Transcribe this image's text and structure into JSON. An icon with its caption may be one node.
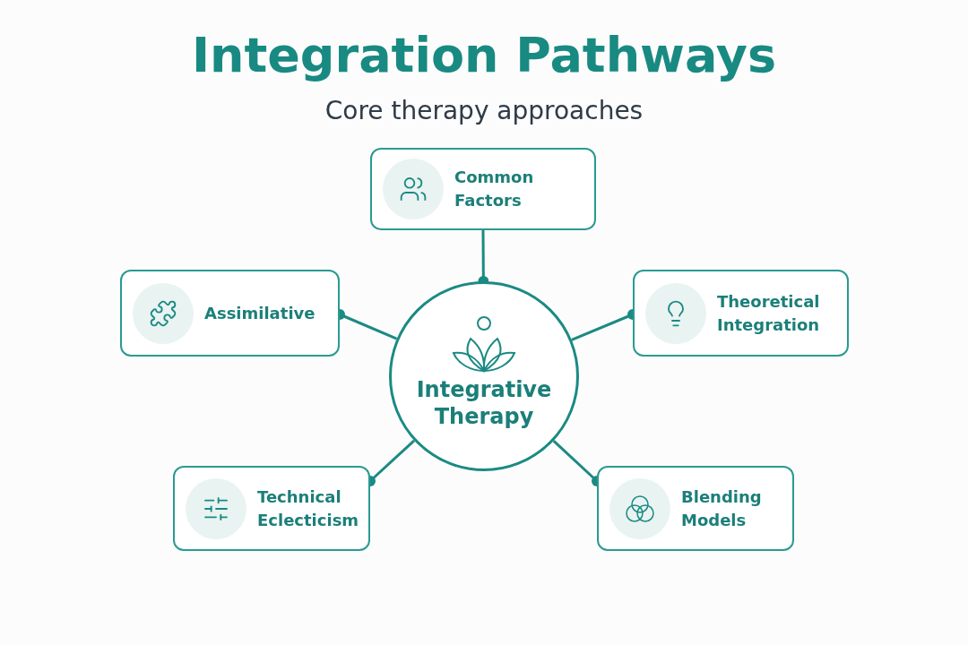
{
  "diagram": {
    "title": "Integration Pathways",
    "caption": "Core therapy approaches",
    "nodes": [
      {
        "text": [
          "Common Factors"
        ]
      },
      {
        "text": [
          "Assimilative"
        ]
      },
      {
        "text": [
          "Theoretical Integration"
        ]
      },
      {
        "text": [
          "Integrative Therapy"
        ]
      },
      {
        "text": [
          "Technical Eclecticism"
        ]
      },
      {
        "text": [
          "Blending Models"
        ]
      }
    ],
    "edges": [
      {
        "from": 0,
        "to": 3,
        "arrow": "other"
      },
      {
        "from": 3,
        "to": 1,
        "arrow": "other"
      },
      {
        "from": 3,
        "to": 2,
        "arrow": "other"
      },
      {
        "from": 3,
        "to": 4,
        "arrow": "other"
      },
      {
        "from": 3,
        "to": 5,
        "arrow": "other"
      }
    ]
  }
}
